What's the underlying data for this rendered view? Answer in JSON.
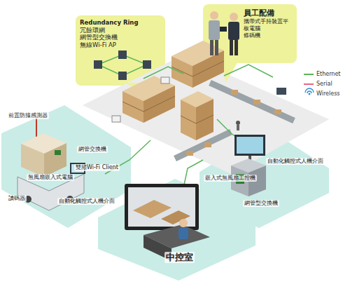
{
  "diagram": {
    "nodes": [
      {
        "text": [
          "Redundancy Ring",
          "冗餘環網",
          "網管型交換機",
          "無線Wi-Fi AP"
        ]
      },
      {
        "text": [
          "員工配備",
          "攜帶式手持裝置平板電腦",
          "條碼機"
        ]
      },
      {
        "text": [
          "前置防撞感測器",
          "無風扇嵌入式電腦",
          "網管交換機",
          "雙頻Wi-Fi Client",
          "讀碼器",
          "自動化觸控式人機介面"
        ]
      },
      {
        "text": [
          "自動化觸控式人機介面",
          "嵌入式無風扇工控機",
          "網管型交換機"
        ]
      },
      {
        "text": [
          "中控室"
        ]
      }
    ],
    "legend": [
      {
        "text": "Ethernet",
        "color": "#5bb55b"
      },
      {
        "text": "Serial",
        "color": "#e5677f"
      },
      {
        "text": "Wireless"
      }
    ]
  }
}
